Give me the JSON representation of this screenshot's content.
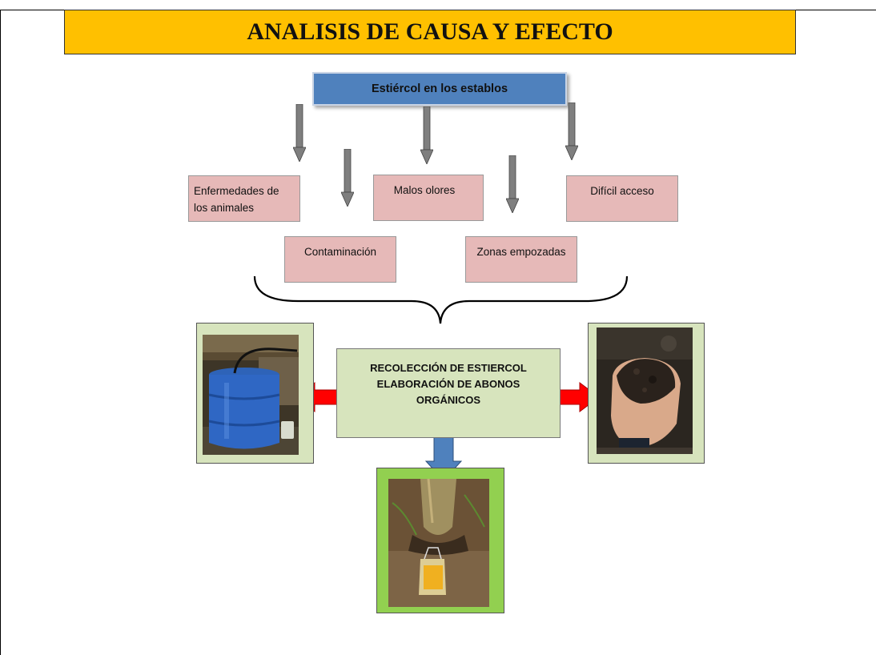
{
  "title": "ANALISIS DE CAUSA Y EFECTO",
  "problem": "Estiércol en los establos",
  "effects": {
    "enfermedades": "Enfermedades de los animales",
    "contaminacion": "Contaminación",
    "malos_olores": "Malos olores",
    "zonas": "Zonas empozadas",
    "dificil": "Difícil acceso"
  },
  "solution": {
    "line1": "RECOLECCIÓN DE ESTIERCOL",
    "line2": "ELABORACIÓN DE ABONOS",
    "line3": "ORGÁNICOS"
  },
  "photos": {
    "left": "blue-barrel-photo",
    "right": "compost-in-hand-photo",
    "bottom": "bag-at-tree-base-photo"
  },
  "colors": {
    "title_bg": "#FFC000",
    "problem_bg": "#4F81BD",
    "effect_bg": "#E6B9B8",
    "solution_bg": "#D7E4BD",
    "left_arrow": "#FF0000",
    "down_arrow": "#4F81BD",
    "grey_arrow": "#7F7F7F"
  }
}
